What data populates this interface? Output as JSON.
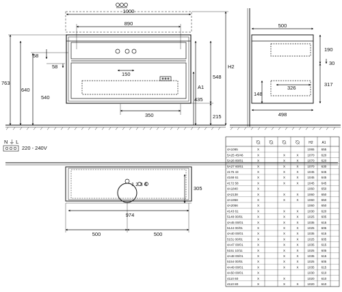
{
  "dims": {
    "top_width": "1000",
    "inner_width": "890",
    "d58a": "58",
    "d58b": "58",
    "d150": "150",
    "d350": "350",
    "d763": "763",
    "d640": "640",
    "d540": "540",
    "a1": "A1",
    "d435": "435",
    "d548": "548",
    "h2": "H2",
    "d215": "215",
    "side_width": "500",
    "side_depth": "498",
    "d190": "190",
    "d30": "30",
    "d326": "326",
    "d317": "317",
    "d148": "148",
    "d305": "305",
    "d974": "974",
    "bottom_left": "500",
    "bottom_right": "500"
  },
  "voltage": {
    "terminals": "N ⏚ L",
    "label": "220 - 240V"
  },
  "table": {
    "col_h2": "H2",
    "col_a1": "A1",
    "rows": [
      [
        "4A1065",
        "X",
        "",
        "",
        "",
        "1065",
        "655"
      ],
      [
        "5A25 45/46",
        "X",
        "",
        "X",
        "X",
        "1070",
        "620"
      ],
      [
        "5A26 80/81",
        "X",
        "",
        "X",
        "X",
        "1070",
        "620"
      ],
      [
        "5A27 60/61",
        "X",
        "",
        "X",
        "X",
        "1070",
        "630"
      ],
      [
        "4175 43",
        "X",
        "",
        "X",
        "X",
        "1045",
        "645"
      ],
      [
        "4168 61",
        "X",
        "",
        "X",
        "X",
        "1045",
        "645"
      ],
      [
        "4172 58",
        "X",
        "",
        "X",
        "X",
        "1045",
        "645"
      ],
      [
        "4A1840",
        "X",
        "",
        "",
        "",
        "1060",
        "650"
      ],
      [
        "4A2138",
        "X",
        "",
        "X",
        "X",
        "1060",
        "650"
      ],
      [
        "4A1958",
        "X",
        "",
        "X",
        "X",
        "1060",
        "650"
      ],
      [
        "4A2056",
        "X",
        "",
        "",
        "",
        "1060",
        "650"
      ],
      [
        "4143 61",
        "X",
        "",
        "X",
        "X",
        "1030",
        "620"
      ],
      [
        "5148 00/01",
        "X",
        "",
        "X",
        "X",
        "1025",
        "605"
      ],
      [
        "4A45 00/01",
        "X",
        "",
        "X",
        "X",
        "1035",
        "615"
      ],
      [
        "5144 00/01",
        "X",
        "",
        "X",
        "X",
        "1025",
        "605"
      ],
      [
        "4A40 00/01",
        "X",
        "",
        "X",
        "X",
        "1035",
        "615"
      ],
      [
        "5151 00/01",
        "X",
        "",
        "X",
        "X",
        "1025",
        "605"
      ],
      [
        "4A47 00/01",
        "X",
        "",
        "X",
        "X",
        "1035",
        "615"
      ],
      [
        "5151 10/11",
        "X",
        "",
        "X",
        "X",
        "1025",
        "605"
      ],
      [
        "4A48 00/01",
        "X",
        "",
        "X",
        "X",
        "1035",
        "615"
      ],
      [
        "5154 00/01",
        "X",
        "",
        "X",
        "X",
        "1025",
        "605"
      ],
      [
        "4A49 00/01",
        "X",
        "",
        "X",
        "X",
        "1035",
        "615"
      ],
      [
        "4A50 00/01",
        "X",
        "",
        "",
        "",
        "1030",
        "610"
      ],
      [
        "4110 60",
        "X",
        "",
        "X",
        "",
        "1020",
        "610"
      ],
      [
        "4110 80",
        "X",
        "",
        "X",
        "X",
        "1020",
        "610"
      ]
    ]
  }
}
